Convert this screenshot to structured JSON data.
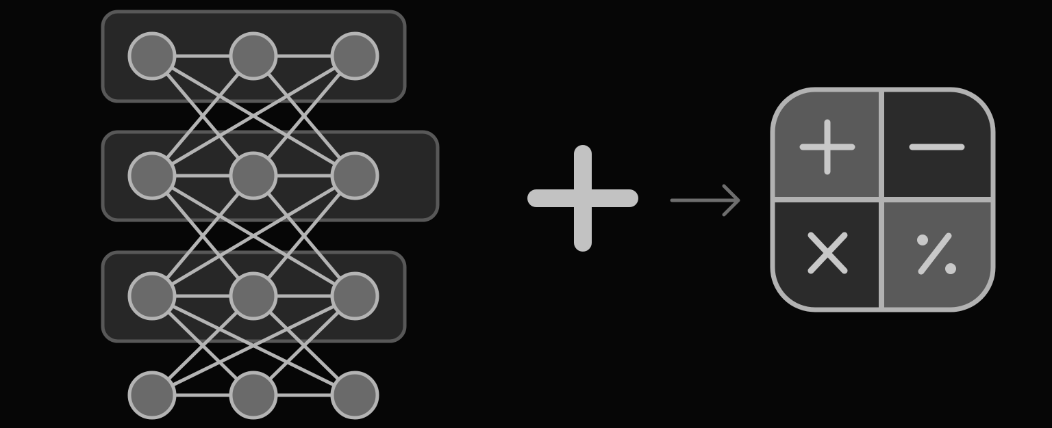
{
  "colors": {
    "background": "#060606",
    "layer_box_fill": "#272727",
    "layer_box_stroke": "#585858",
    "node_fill": "#6a6a6a",
    "edge_stroke": "#b4b4b4",
    "plus_sign": "#c2c2c2",
    "arrow": "#6e6e6e",
    "calculator_frame": "#b2b2b2",
    "tile_light": "#5a5a5a",
    "tile_dark": "#2b2b2b",
    "operator_glyph": "#c8c8c8"
  },
  "neural_network": {
    "layers": [
      {
        "node_count": 3,
        "highlighted": true
      },
      {
        "node_count": 3,
        "highlighted": true
      },
      {
        "node_count": 3,
        "highlighted": true
      },
      {
        "node_count": 3,
        "highlighted": false
      }
    ],
    "connectivity": "fully-connected"
  },
  "combine_symbol": {
    "icon": "plus-icon"
  },
  "transition": {
    "icon": "arrow-right-icon"
  },
  "calculator": {
    "icon": "calculator-icon",
    "tiles": [
      {
        "operation": "add",
        "icon": "plus-operator-icon",
        "tone": "light"
      },
      {
        "operation": "subtract",
        "icon": "minus-operator-icon",
        "tone": "dark"
      },
      {
        "operation": "multiply",
        "icon": "multiply-operator-icon",
        "tone": "dark"
      },
      {
        "operation": "percent",
        "icon": "percent-operator-icon",
        "tone": "light"
      }
    ]
  }
}
